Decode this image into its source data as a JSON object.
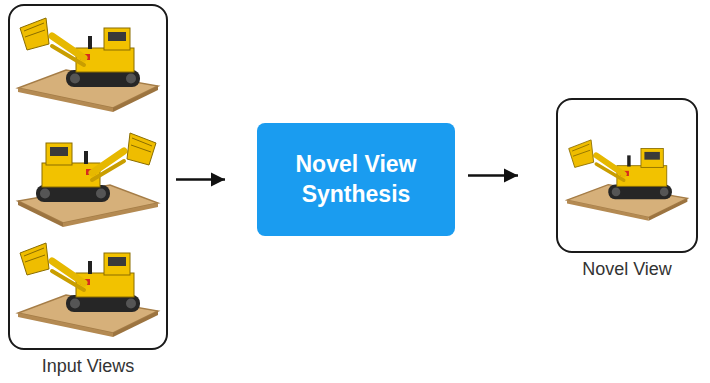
{
  "diagram": {
    "nodes": [
      {
        "text": [
          "Input Views"
        ]
      },
      {
        "text": [
          "Novel View Synthesis"
        ]
      },
      {
        "text": [
          "Novel View"
        ]
      }
    ],
    "edges": [
      {
        "from": 0,
        "to": 1,
        "arrow": "to"
      },
      {
        "from": 1,
        "to": 2,
        "arrow": "to"
      }
    ]
  }
}
